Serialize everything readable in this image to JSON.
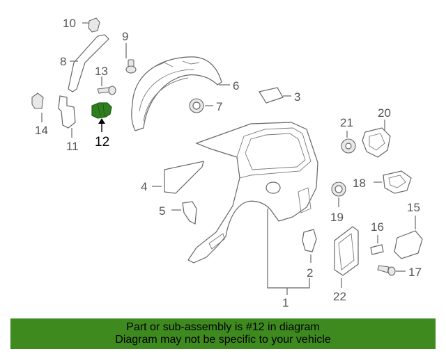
{
  "diagram": {
    "callouts": {
      "c1": "1",
      "c2": "2",
      "c3": "3",
      "c4": "4",
      "c5": "5",
      "c6": "6",
      "c7": "7",
      "c8": "8",
      "c9": "9",
      "c10": "10",
      "c11": "11",
      "c12": "12",
      "c13": "13",
      "c14": "14",
      "c15": "15",
      "c16": "16",
      "c17": "17",
      "c18": "18",
      "c19": "19",
      "c20": "20",
      "c21": "21",
      "c22": "22"
    },
    "highlighted_part": "12",
    "highlight_color": "#2e7d1e"
  },
  "banner": {
    "line1": "Part or sub-assembly is #12 in diagram",
    "line2": "Diagram may not be specific to your vehicle",
    "background": "#3e8a1f"
  }
}
